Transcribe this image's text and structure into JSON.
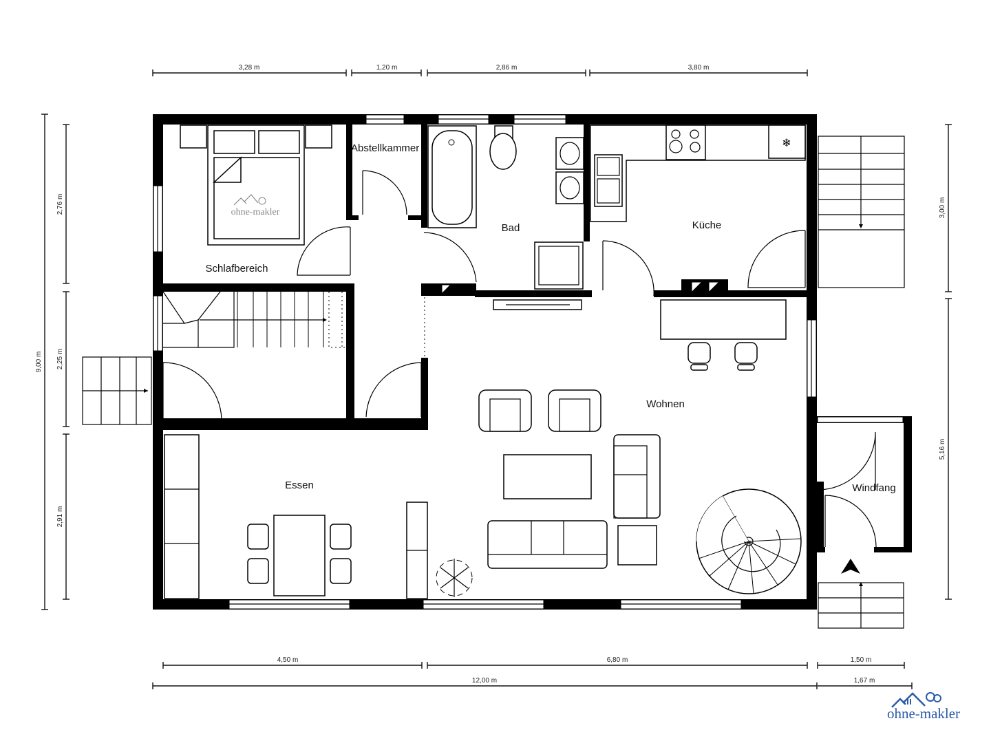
{
  "rooms": {
    "schlafbereich": "Schlafbereich",
    "abstellkammer": "Abstellkammer",
    "bad": "Bad",
    "kueche": "Küche",
    "wohnen": "Wohnen",
    "essen": "Essen",
    "windfang": "Windfang"
  },
  "dimensions": {
    "top": [
      "3,28 m",
      "1,20 m",
      "2,86 m",
      "3,80 m"
    ],
    "left_total": "9,00 m",
    "left": [
      "2,76 m",
      "2,25 m",
      "2,91 m"
    ],
    "right": [
      "3,00 m",
      "5,16 m"
    ],
    "bottom": [
      "4,50 m",
      "6,80 m",
      "1,50 m"
    ],
    "bottom_total": [
      "12,00 m",
      "1,67 m"
    ]
  },
  "logo": {
    "text": "ohne-makler",
    "color": "#2a5aa8",
    "watermark_color": "#888888"
  }
}
